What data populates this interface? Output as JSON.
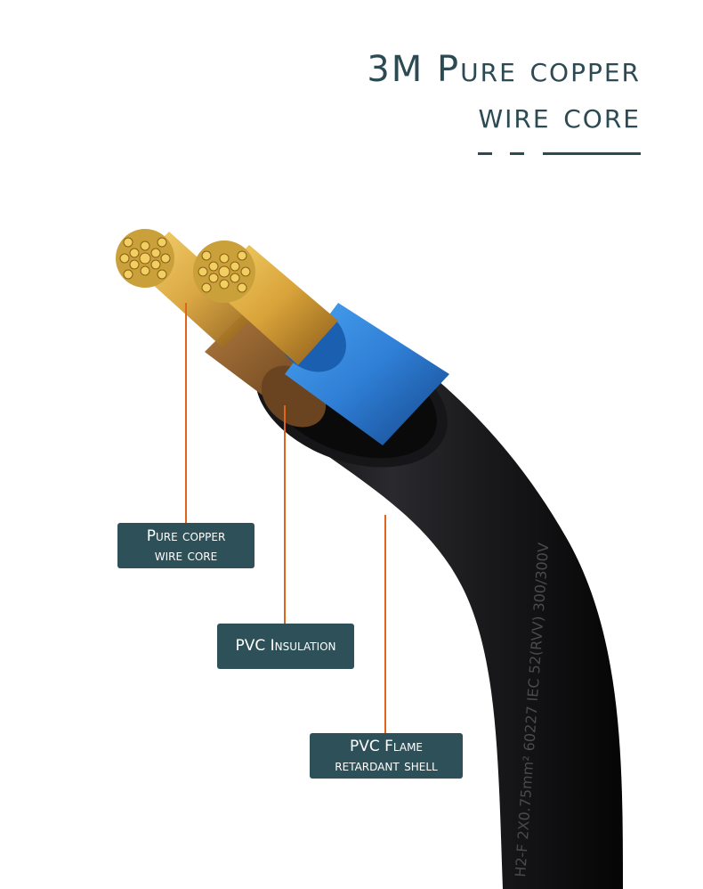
{
  "title": {
    "line1": "3M Pure copper",
    "line2": "wire core"
  },
  "callouts": [
    {
      "id": "copper",
      "text_line1": "Pure copper",
      "text_line2": "wire core"
    },
    {
      "id": "insulation",
      "text_line1": "PVC Insulation",
      "text_line2": ""
    },
    {
      "id": "shell",
      "text_line1": "PVC Flame",
      "text_line2": "retardant shell"
    }
  ],
  "cable_print": "H2-F 2X0.75mm² 60227 IEC 52(RVV) 300/300V",
  "colors": {
    "title": "#2c4a52",
    "label_bg": "#2e5058",
    "leader": "#e0651c",
    "cable": "#1c1c1e",
    "insulation_blue": "#2f7fd6",
    "insulation_brown": "#8a5a2b",
    "copper": "#d9a43a"
  }
}
